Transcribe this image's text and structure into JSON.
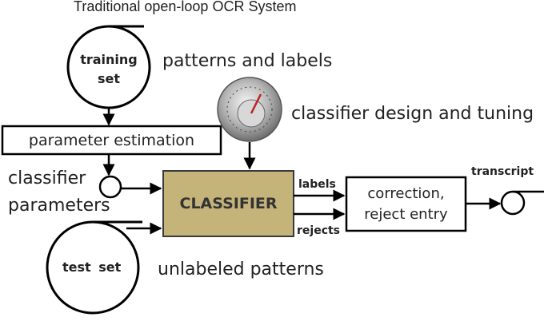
{
  "title": "Traditional open-loop OCR System",
  "nodes": {
    "training_set": {
      "line1": "training",
      "line2": "set"
    },
    "patterns_labels": "patterns and labels",
    "classifier_design": "classifier design and tuning",
    "parameter_estimation": "parameter estimation",
    "classifier_parameters": {
      "line1": "classifier",
      "line2": "parameters"
    },
    "classifier": "CLASSIFIER",
    "labels": "labels",
    "rejects": "rejects",
    "correction": {
      "line1": "correction,",
      "line2": "reject entry"
    },
    "transcript": "transcript",
    "test_set": "test set",
    "unlabeled_patterns": "unlabeled patterns"
  },
  "colors": {
    "classifier_fill": "#c4b47a",
    "classifier_border": "#3a3a3a",
    "line": "#000000",
    "knob": "#9a9a9a"
  },
  "icons": {
    "knob": "tuning-dial-icon"
  }
}
